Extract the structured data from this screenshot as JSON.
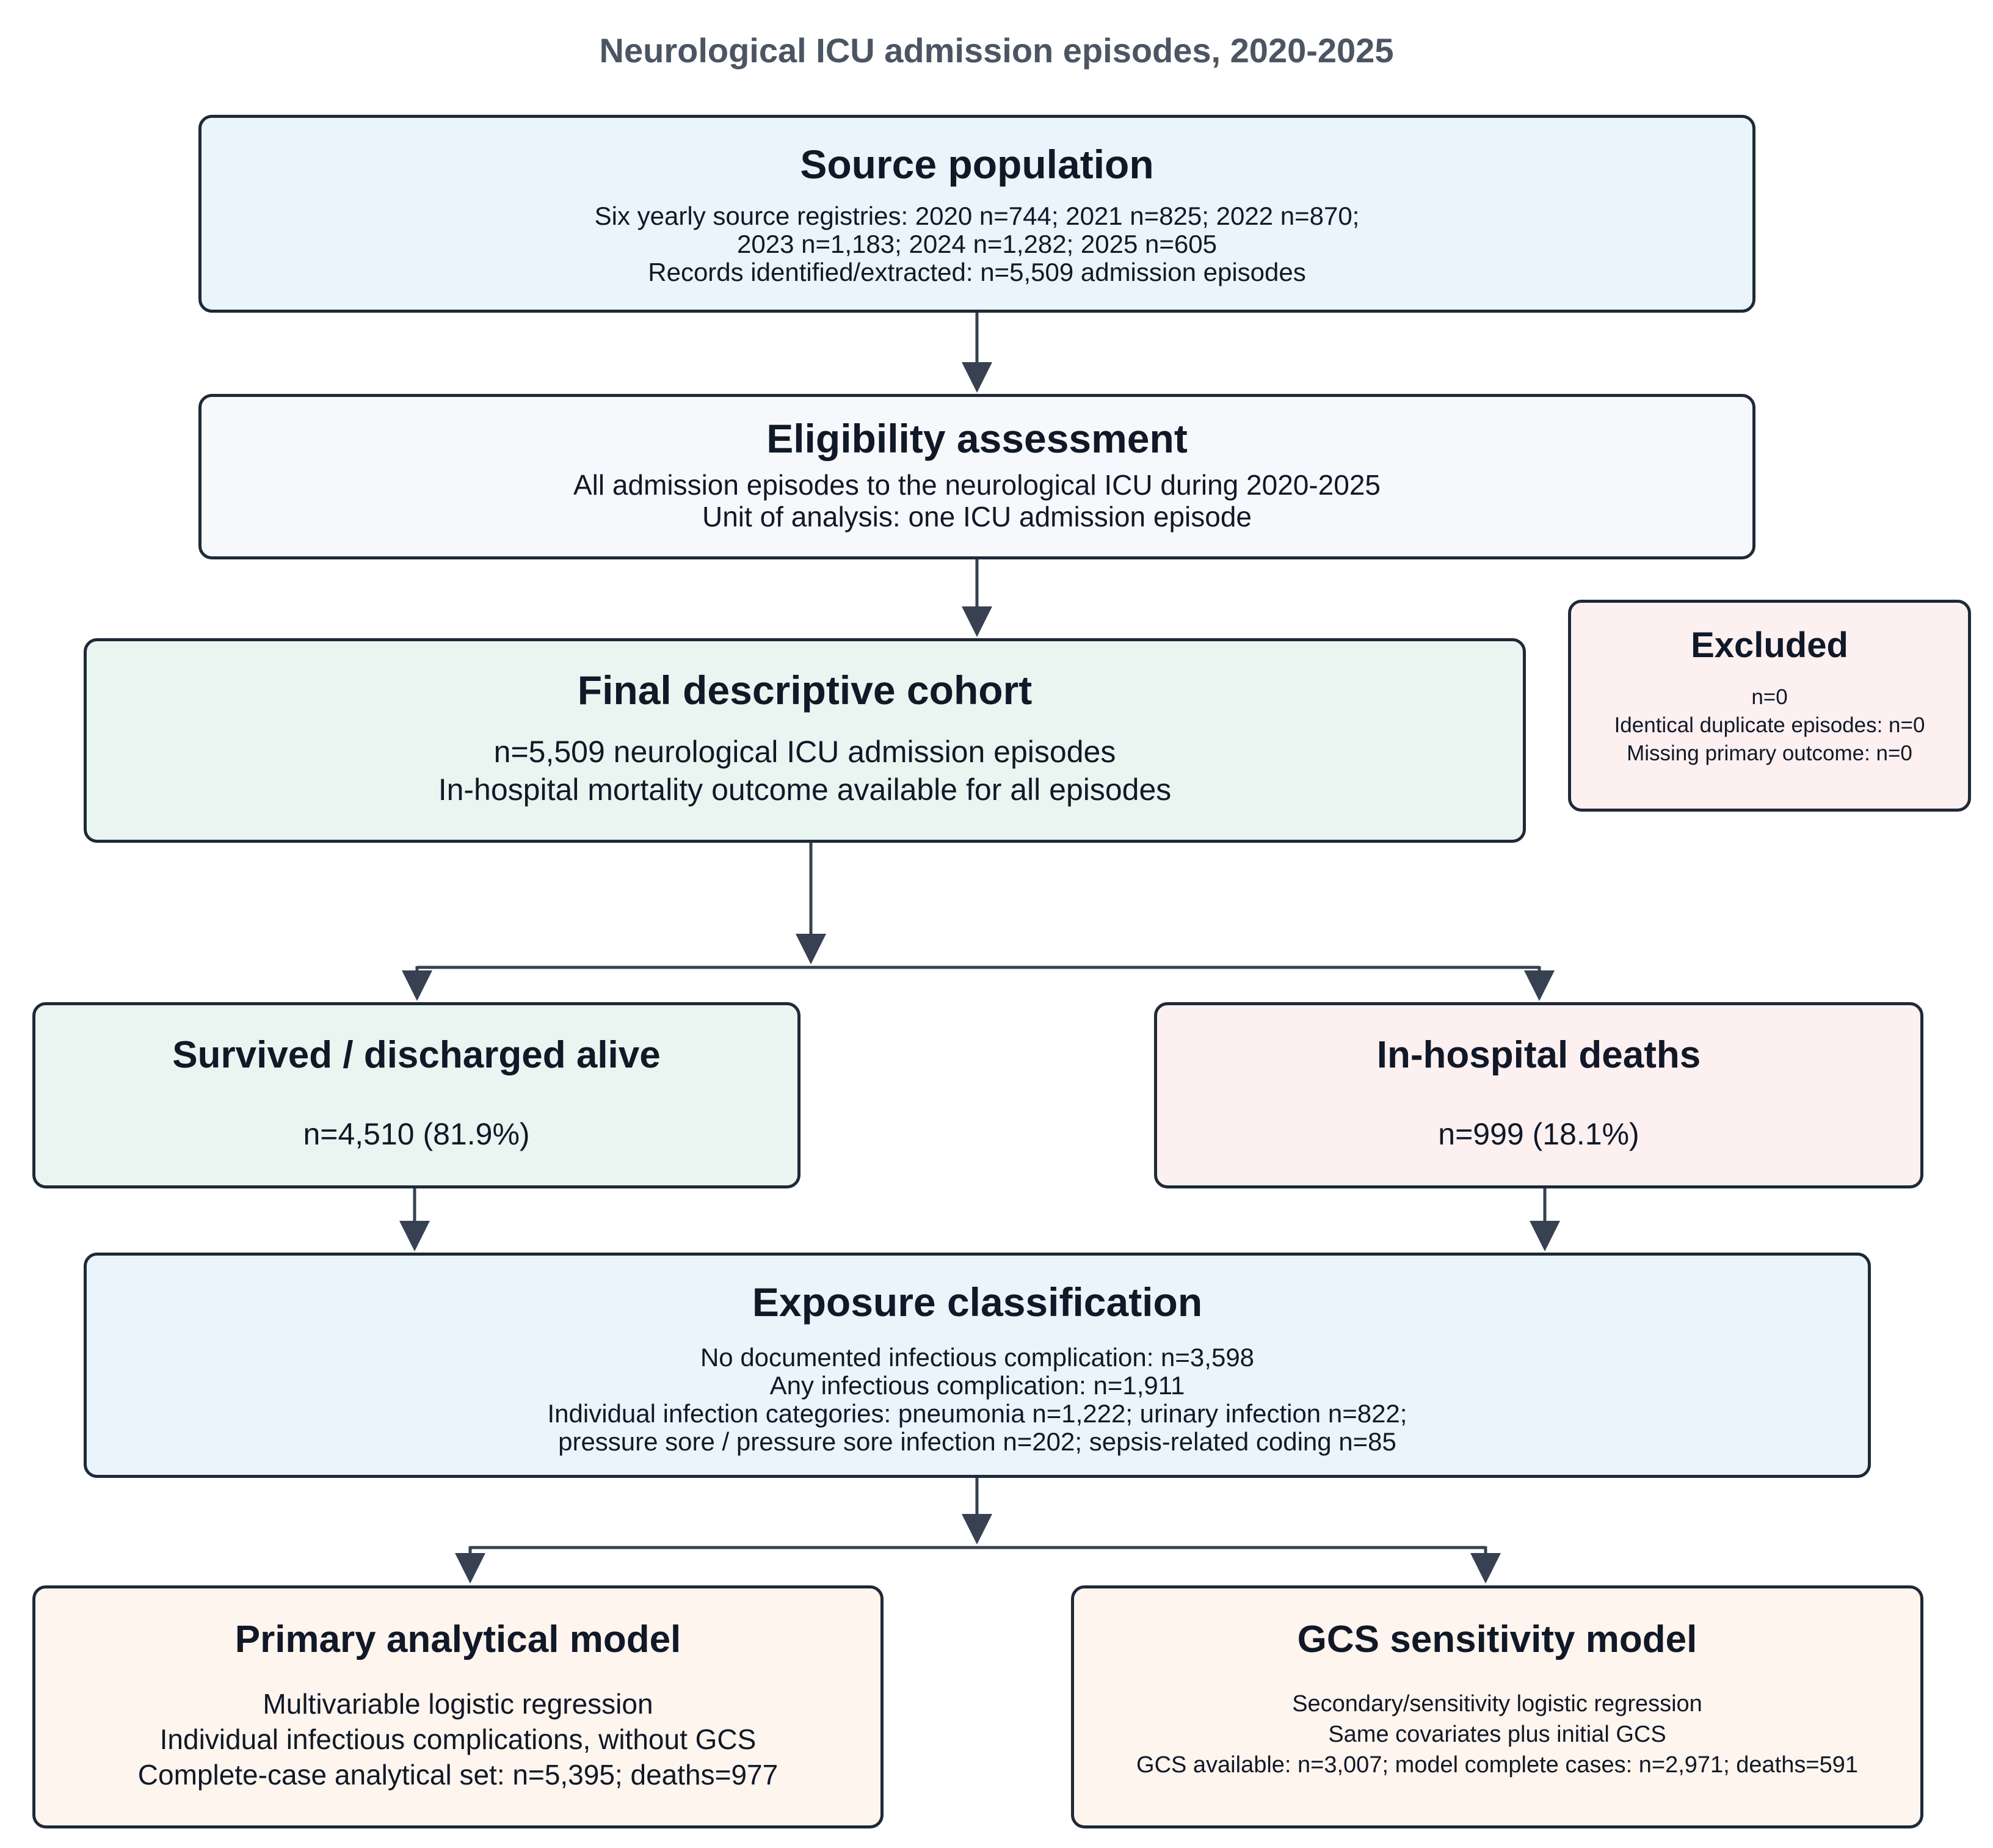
{
  "title": "Neurological ICU admission episodes, 2020-2025",
  "boxes": {
    "source": {
      "heading": "Source population",
      "lines": "Six yearly source registries: 2020 n=744; 2021 n=825; 2022 n=870;\n2023 n=1,183; 2024 n=1,282; 2025 n=605\nRecords identified/extracted: n=5,509 admission episodes"
    },
    "eligibility": {
      "heading": "Eligibility assessment",
      "lines": "All admission episodes to the neurological ICU during 2020-2025\nUnit of analysis: one ICU admission episode"
    },
    "cohort": {
      "heading": "Final descriptive cohort",
      "lines": "n=5,509 neurological ICU admission episodes\nIn-hospital mortality outcome available for all episodes"
    },
    "excluded": {
      "heading": "Excluded",
      "lines": "n=0\nIdentical duplicate episodes: n=0\nMissing primary outcome: n=0"
    },
    "survived": {
      "heading": "Survived / discharged alive",
      "lines": "n=4,510 (81.9%)"
    },
    "deaths": {
      "heading": "In-hospital deaths",
      "lines": "n=999 (18.1%)"
    },
    "exposure": {
      "heading": "Exposure classification",
      "lines": "No documented infectious complication: n=3,598\nAny infectious complication: n=1,911\nIndividual infection categories: pneumonia n=1,222; urinary infection n=822;\npressure sore / pressure sore infection n=202; sepsis-related coding n=85"
    },
    "primary": {
      "heading": "Primary analytical model",
      "lines": "Multivariable logistic regression\nIndividual infectious complications, without GCS\nComplete-case analytical set: n=5,395; deaths=977"
    },
    "gcs": {
      "heading": "GCS sensitivity model",
      "lines": "Secondary/sensitivity logistic regression\nSame covariates plus initial GCS\nGCS available: n=3,007; model complete cases: n=2,971; deaths=591"
    }
  },
  "colors": {
    "line": "#374151",
    "border": "#1f2937",
    "blue_fill": "#e9f4fb",
    "green_fill": "#e8f5f1",
    "pink_fill": "#fcf0f1",
    "peach_fill": "#fdf5ee"
  }
}
